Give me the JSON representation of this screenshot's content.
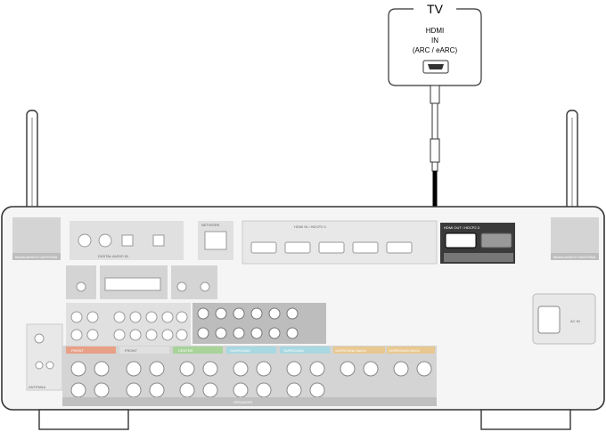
{
  "tv": {
    "title": "TV",
    "port_line1": "HDMI",
    "port_line2": "IN",
    "port_line3": "(ARC / eARC)"
  },
  "receiver": {
    "hdmi_out_label": "HDMI OUT / HDCP2.3",
    "hdmi_in_label": "HDMI IN / HDCP2.3",
    "network_label": "NETWORK",
    "ac_in_label": "AC IN",
    "antenna_left": "Bluetooth/Wi-Fi ANTENNA",
    "antenna_right": "Bluetooth/Wi-Fi ANTENNA",
    "speakers_label": "SPEAKERS",
    "speaker_groups": [
      "FRONT",
      "FRONT",
      "CENTER",
      "SURROUND",
      "SURROUND",
      "SURROUND BACK",
      "SURROUND BACK"
    ],
    "digital_audio_label": "DIGITAL AUDIO IN",
    "antenna_block_label": "ANTENNA"
  },
  "colors": {
    "panel_fill": "#f2f2f2",
    "panel_stroke": "#333333",
    "module_fill": "#d4d4d4",
    "front_color": "#e8a087",
    "center_color": "#a8d49a",
    "surround_color": "#a8d8e2",
    "surround_back_color": "#e8c890",
    "cable_color": "#000000"
  }
}
